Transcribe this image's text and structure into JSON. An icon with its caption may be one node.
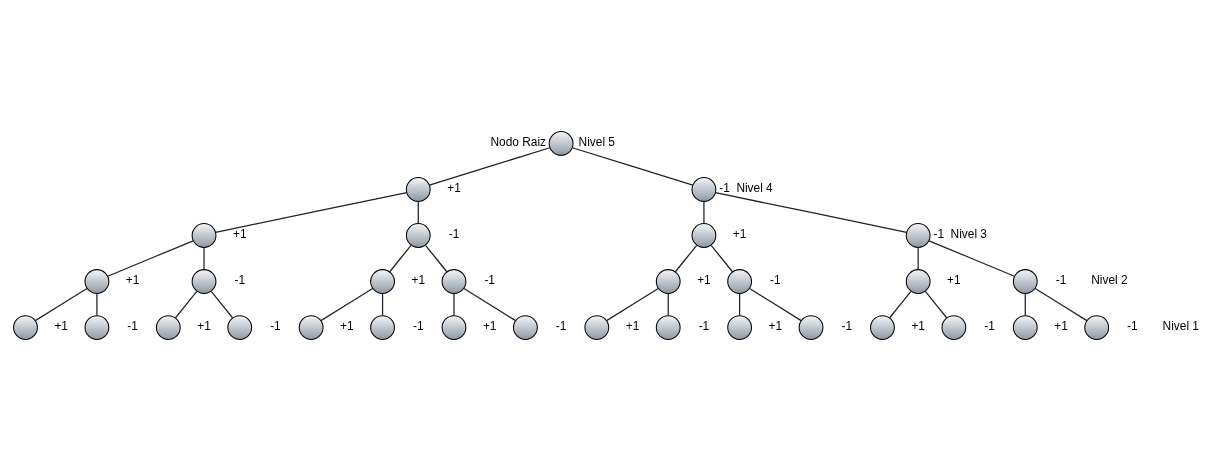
{
  "diagram": {
    "nodes": [
      {
        "text": [],
        "shape": "circle",
        "beside": [
          "Nodo Raiz",
          "Nivel 5"
        ]
      },
      {
        "text": [],
        "shape": "circle",
        "beside": [
          "+1"
        ]
      },
      {
        "text": [],
        "shape": "circle",
        "beside": [
          "-1",
          "Nivel 4"
        ]
      },
      {
        "text": [],
        "shape": "circle",
        "beside": [
          "+1"
        ]
      },
      {
        "text": [],
        "shape": "circle",
        "beside": [
          "-1"
        ]
      },
      {
        "text": [],
        "shape": "circle",
        "beside": [
          "+1"
        ]
      },
      {
        "text": [],
        "shape": "circle",
        "beside": [
          "-1",
          "Nivel 3"
        ]
      },
      {
        "text": [],
        "shape": "circle",
        "beside": [
          "+1"
        ]
      },
      {
        "text": [],
        "shape": "circle",
        "beside": [
          "-1"
        ]
      },
      {
        "text": [],
        "shape": "circle",
        "beside": [
          "+1"
        ]
      },
      {
        "text": [],
        "shape": "circle",
        "beside": [
          "-1"
        ]
      },
      {
        "text": [],
        "shape": "circle",
        "beside": [
          "+1"
        ]
      },
      {
        "text": [],
        "shape": "circle",
        "beside": [
          "-1"
        ]
      },
      {
        "text": [],
        "shape": "circle",
        "beside": [
          "+1"
        ]
      },
      {
        "text": [],
        "shape": "circle",
        "beside": [
          "-1"
        ]
      },
      {
        "text": [],
        "shape": "circle",
        "beside": [
          "+1"
        ]
      },
      {
        "text": [],
        "shape": "circle",
        "beside": [
          "-1"
        ]
      },
      {
        "text": [],
        "shape": "circle",
        "beside": [
          "+1"
        ]
      },
      {
        "text": [],
        "shape": "circle",
        "beside": [
          "-1"
        ]
      },
      {
        "text": [],
        "shape": "circle",
        "beside": [
          "+1"
        ]
      },
      {
        "text": [],
        "shape": "circle",
        "beside": [
          "-1"
        ]
      },
      {
        "text": [],
        "shape": "circle",
        "beside": [
          "+1"
        ]
      },
      {
        "text": [],
        "shape": "circle",
        "beside": [
          "-1"
        ]
      },
      {
        "text": [],
        "shape": "circle",
        "beside": [
          "+1"
        ]
      },
      {
        "text": [],
        "shape": "circle",
        "beside": [
          "-1"
        ]
      },
      {
        "text": [],
        "shape": "circle",
        "beside": [
          "+1"
        ]
      },
      {
        "text": [],
        "shape": "circle",
        "beside": [
          "-1"
        ]
      },
      {
        "text": [],
        "shape": "circle",
        "beside": [
          "+1"
        ]
      },
      {
        "text": [],
        "shape": "circle",
        "beside": [
          "-1"
        ]
      },
      {
        "text": [],
        "shape": "circle",
        "beside": [
          "+1"
        ]
      },
      {
        "text": [],
        "shape": "circle",
        "beside": [
          "-1"
        ]
      }
    ],
    "edges": [
      {
        "from": 0,
        "to": 1,
        "arrow": "none"
      },
      {
        "from": 0,
        "to": 2,
        "arrow": "none"
      },
      {
        "from": 1,
        "to": 3,
        "arrow": "none"
      },
      {
        "from": 1,
        "to": 4,
        "arrow": "none"
      },
      {
        "from": 2,
        "to": 5,
        "arrow": "none"
      },
      {
        "from": 2,
        "to": 6,
        "arrow": "none"
      },
      {
        "from": 3,
        "to": 7,
        "arrow": "none"
      },
      {
        "from": 3,
        "to": 8,
        "arrow": "none"
      },
      {
        "from": 4,
        "to": 9,
        "arrow": "none"
      },
      {
        "from": 4,
        "to": 10,
        "arrow": "none"
      },
      {
        "from": 5,
        "to": 11,
        "arrow": "none"
      },
      {
        "from": 5,
        "to": 12,
        "arrow": "none"
      },
      {
        "from": 6,
        "to": 13,
        "arrow": "none"
      },
      {
        "from": 6,
        "to": 14,
        "arrow": "none"
      },
      {
        "from": 7,
        "to": 15,
        "arrow": "none"
      },
      {
        "from": 7,
        "to": 16,
        "arrow": "none"
      },
      {
        "from": 8,
        "to": 17,
        "arrow": "none"
      },
      {
        "from": 8,
        "to": 18,
        "arrow": "none"
      },
      {
        "from": 9,
        "to": 19,
        "arrow": "none"
      },
      {
        "from": 9,
        "to": 20,
        "arrow": "none"
      },
      {
        "from": 10,
        "to": 21,
        "arrow": "none"
      },
      {
        "from": 10,
        "to": 22,
        "arrow": "none"
      },
      {
        "from": 11,
        "to": 23,
        "arrow": "none"
      },
      {
        "from": 11,
        "to": 24,
        "arrow": "none"
      },
      {
        "from": 12,
        "to": 25,
        "arrow": "none"
      },
      {
        "from": 12,
        "to": 26,
        "arrow": "none"
      },
      {
        "from": 13,
        "to": 27,
        "arrow": "none"
      },
      {
        "from": 13,
        "to": 28,
        "arrow": "none"
      },
      {
        "from": 14,
        "to": 29,
        "arrow": "none"
      },
      {
        "from": 14,
        "to": 30,
        "arrow": "none"
      }
    ],
    "labels": [
      "Nivel 2",
      "Nivel 1"
    ]
  }
}
